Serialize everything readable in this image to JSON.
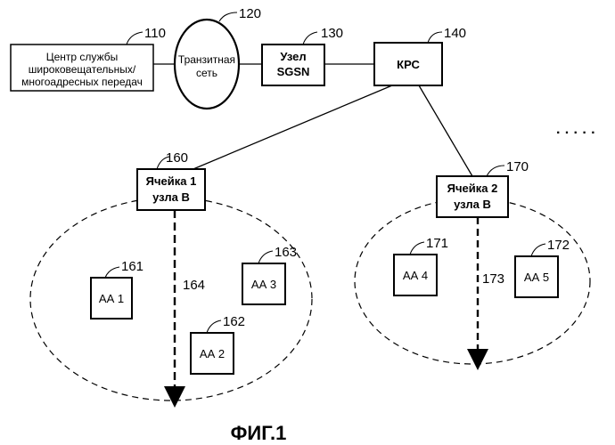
{
  "nodes": {
    "bmsc": {
      "ref": "110",
      "lines": [
        "Центр службы",
        "широковещательных/",
        "многоадресных передач"
      ]
    },
    "transit": {
      "ref": "120",
      "lines": [
        "Транзитная",
        "сеть"
      ]
    },
    "sgsn": {
      "ref": "130",
      "lines": [
        "Узел",
        "SGSN"
      ]
    },
    "rnc": {
      "ref": "140",
      "lines": [
        "КРС"
      ]
    },
    "cell1": {
      "ref": "160",
      "lines": [
        "Ячейка 1",
        "узла В"
      ]
    },
    "cell2": {
      "ref": "170",
      "lines": [
        "Ячейка 2",
        "узла В"
      ]
    },
    "ue1": {
      "ref": "161",
      "label": "АА 1"
    },
    "ue2": {
      "ref": "162",
      "label": "АА 2"
    },
    "ue3": {
      "ref": "163",
      "label": "АА 3"
    },
    "ue4": {
      "ref": "171",
      "label": "АА 4"
    },
    "ue5": {
      "ref": "172",
      "label": "АА 5"
    }
  },
  "arrows": {
    "a164": {
      "ref": "164"
    },
    "a173": {
      "ref": "173"
    }
  },
  "more": "· · · · ·",
  "caption": "ФИГ.1"
}
